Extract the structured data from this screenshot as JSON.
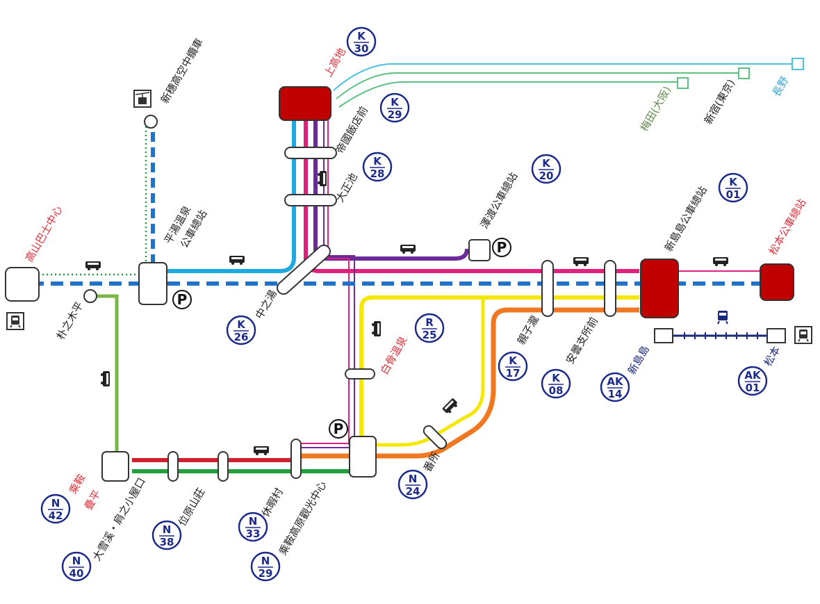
{
  "colors": {
    "blue_main": "#2172c8",
    "cyan": "#1ea8e0",
    "magenta": "#e0207a",
    "purple": "#6a2a9a",
    "yellow": "#f5e800",
    "orange": "#f07820",
    "green": "#7ab648",
    "dark_green": "#22a040",
    "red": "#d02030",
    "navy": "#1b2a8a",
    "terminal_red": "#c00000"
  },
  "stations": {
    "kamikochi": {
      "name": "上高地",
      "code_prefix": "K",
      "code_num": "30"
    },
    "teikoku": {
      "name": "帝國飯店前",
      "code_prefix": "K",
      "code_num": "29"
    },
    "taisho": {
      "name": "大正池",
      "code_prefix": "K",
      "code_num": "28"
    },
    "sawando": {
      "name": "澤渡公車總站",
      "code_prefix": "K",
      "code_num": "20"
    },
    "shinshimashima_bus": {
      "name": "新島島公車總站",
      "code_prefix": "K",
      "code_num": "01"
    },
    "matsumoto_bus": {
      "name": "松本公車總站"
    },
    "nakanoyu": {
      "name": "中之湯",
      "code_prefix": "K",
      "code_num": "26"
    },
    "shirahone": {
      "name": "白骨溫泉",
      "code_prefix": "R",
      "code_num": "25"
    },
    "oyashirazu": {
      "name": "親子瀧",
      "code_prefix": "K",
      "code_num": "17"
    },
    "annou": {
      "name": "安曇支所前",
      "code_prefix": "K",
      "code_num": "08"
    },
    "shinshimashima_rail": {
      "name": "新島島",
      "code_prefix": "AK",
      "code_num": "14"
    },
    "matsumoto_rail": {
      "name": "松本",
      "code_prefix": "AK",
      "code_num": "01"
    },
    "bandokoro": {
      "name": "番所",
      "code_prefix": "N",
      "code_num": "24"
    },
    "norikura_kogen": {
      "name": "乘鞍高原觀光中心",
      "code_prefix": "N",
      "code_num": "29"
    },
    "kyukamura": {
      "name": "休暇村",
      "code_prefix": "N",
      "code_num": "33"
    },
    "kuraihara": {
      "name": "位原山莊",
      "code_prefix": "N",
      "code_num": "38"
    },
    "daisekkei": {
      "name": "大雪溪・肩之小屋口",
      "code_prefix": "N",
      "code_num": "40"
    },
    "tatamidaira_line1": "乘鞍",
    "tatamidaira_line2": "疊平",
    "tatamidaira_code_prefix": "N",
    "tatamidaira_code_num": "42",
    "hoonoki": {
      "name": "朴之木平"
    },
    "hirayu_line1": "平湯溫泉",
    "hirayu_line2": "公車總站",
    "shinhotaka": {
      "name": "新穗高空中纜車"
    },
    "takayama": {
      "name": "高山巴士中心"
    }
  },
  "destinations": {
    "umeda": "梅田(大阪)",
    "shinjuku": "新宿(東京)",
    "nagano": "長野"
  },
  "icons": {
    "bus": "bus-icon",
    "train": "train-icon",
    "ropeway": "ropeway-icon",
    "parking_label": "P"
  }
}
